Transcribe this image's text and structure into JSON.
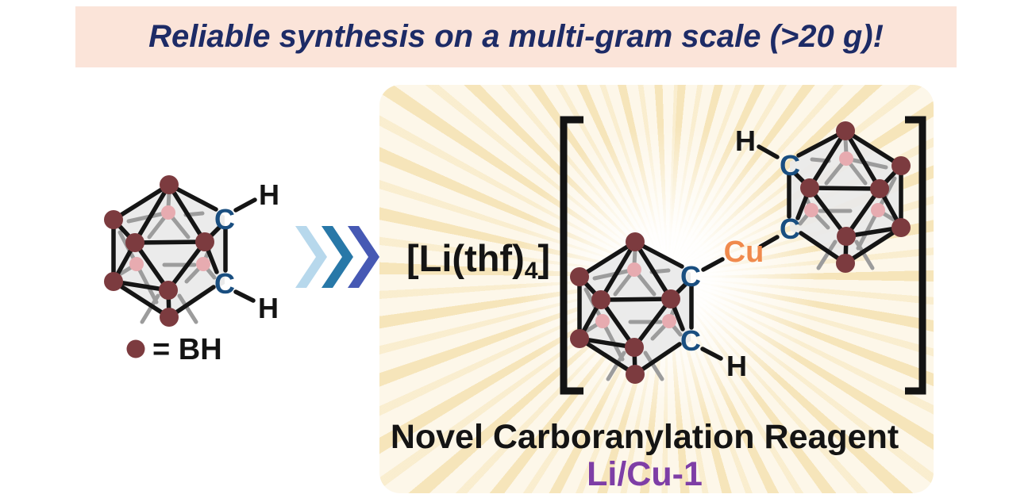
{
  "banner": {
    "text": "Reliable synthesis on a multi-gram scale (>20 g)!",
    "bg_color": "#fbe4d9",
    "text_color": "#1d2b66"
  },
  "legend": {
    "label": "= BH"
  },
  "atoms": {
    "carbon": "C",
    "hydrogen": "H",
    "copper": "Cu"
  },
  "cation": {
    "prefix": "[Li(thf)",
    "subscript": "4",
    "suffix": "]"
  },
  "captions": {
    "line1": "Novel Carboranylation Reagent",
    "line2": "Li/Cu-1",
    "line2_color": "#7e3ea6"
  },
  "colors": {
    "boron_vertex": "#7c3b3f",
    "back_vertex": "#e7abb0",
    "front_edge": "#151515",
    "back_edge": "#9c9c9c",
    "cluster_fill": "#e9e9e9",
    "carbon_label": "#194e80",
    "copper_label": "#f08a4d",
    "hydrogen_label": "#141414",
    "chevron_light": "#b7d8ec",
    "chevron_mid": "#2878a8",
    "chevron_dark": "#4659b4",
    "sunburst_ray": "#f6e4b8",
    "bracket": "#131313"
  }
}
